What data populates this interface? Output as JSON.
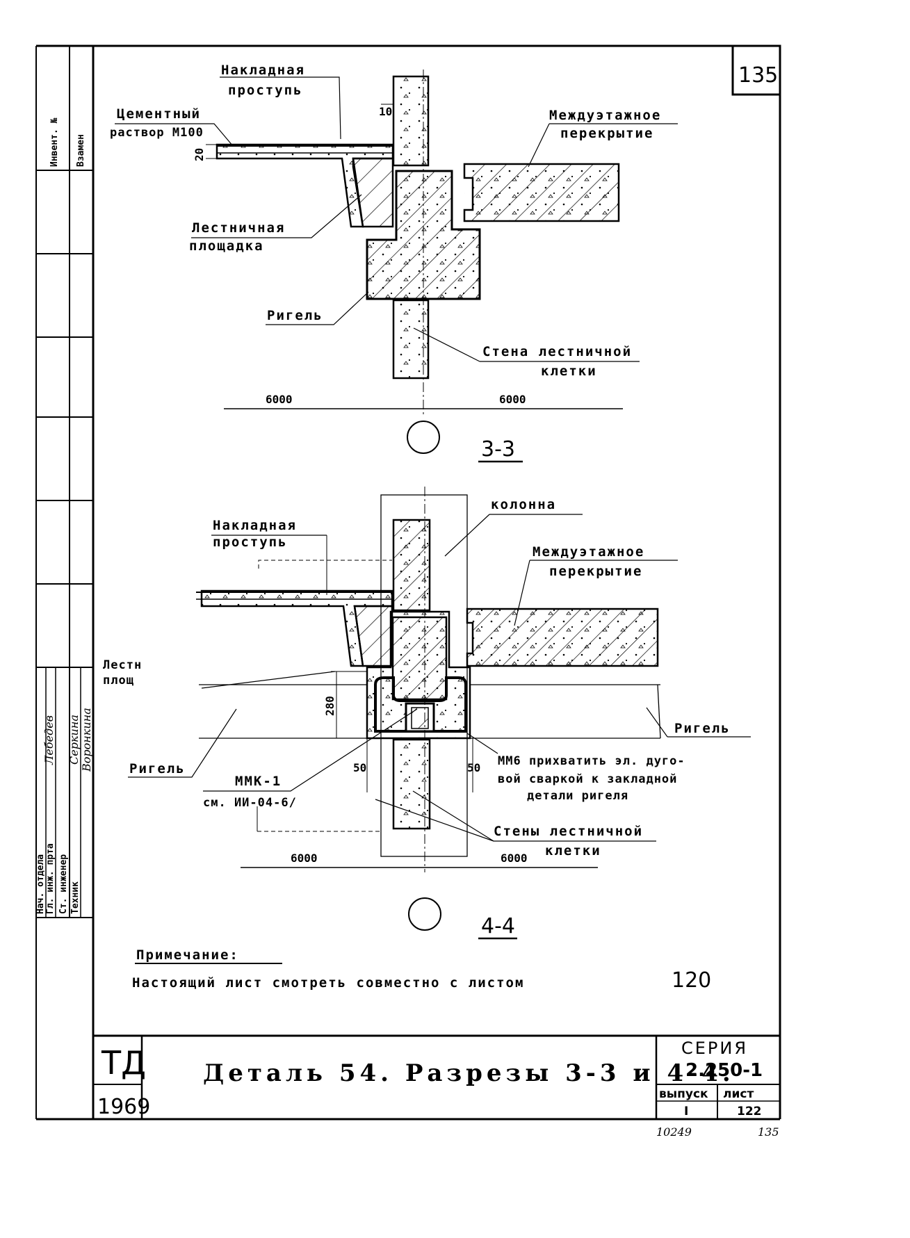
{
  "sheet": {
    "page_number": "135",
    "bottom_left_code": "10249",
    "bottom_right_code": "135"
  },
  "sidebar": {
    "top_labels": [
      "Инвент. №",
      "Взамен"
    ],
    "signature_roles": [
      "Нач. отдела",
      "Гл. инж. прта",
      "Ст. инженер",
      "Техник"
    ],
    "signature_names": [
      "Лебедев",
      "Серкина",
      "Воронкина"
    ]
  },
  "section_33": {
    "labels": {
      "overlay_step": [
        "Накладная",
        "проступь"
      ],
      "cement_mortar": [
        "Цементный",
        "раствор М100"
      ],
      "floor_slab": [
        "Междуэтажное",
        "перекрытие"
      ],
      "stair_landing": [
        "Лестничная",
        "площадка"
      ],
      "crossbar": "Ригель",
      "stair_wall": [
        "Стена лестничной",
        "клетки"
      ]
    },
    "dim_20": "20",
    "dim_10": "10",
    "span_left": "6000",
    "span_right": "6000",
    "section_name": "3-3"
  },
  "section_44": {
    "labels": {
      "overlay_step": [
        "Накладная",
        "проступь"
      ],
      "column": "колонна",
      "floor_slab": [
        "Междуэтажное",
        "перекрытие"
      ],
      "stair_landing": [
        "Лестн",
        "площ"
      ],
      "crossbar_right": "Ригель",
      "crossbar_left": "Ригель",
      "mmk": [
        "ММК-1",
        "см. ИИ-04-6/"
      ],
      "mm6": [
        "ММ6  прихватить эл. дуго-",
        "вой сваркой к закладной",
        "детали  ригеля"
      ],
      "stair_walls": [
        "Стены лестничной",
        "клетки"
      ]
    },
    "dim_280": "280",
    "dim_50_left": "50",
    "dim_50_right": "50",
    "span_left": "6000",
    "span_right": "6000",
    "section_name": "4-4"
  },
  "note": {
    "heading": "Примечание:",
    "text": "Настоящий  лист  смотреть  совместно  с листом",
    "sheet_ref": "120"
  },
  "title_block": {
    "org": "ТД",
    "year": "1969",
    "title": "Деталь 54.  Разрезы 3-3 и 4-4.",
    "series_label": "СЕРИЯ",
    "series_value": "2.250-1",
    "issue_label": "выпуск",
    "issue_value": "I",
    "sheet_label": "лист",
    "sheet_value": "122"
  }
}
